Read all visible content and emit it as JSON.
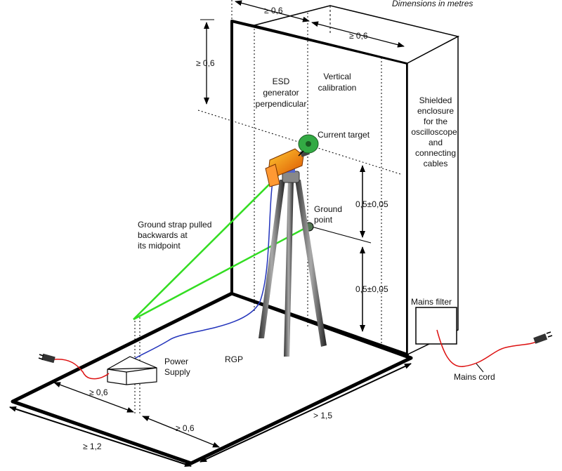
{
  "header": {
    "note": "Dimensions in metres"
  },
  "labels": {
    "esd_l1": "ESD",
    "esd_l2": "generator",
    "esd_l3": "perpendicular",
    "vcal_l1": "Vertical",
    "vcal_l2": "calibration",
    "shield_l1": "Shielded",
    "shield_l2": "enclosure",
    "shield_l3": "for the",
    "shield_l4": "oscilloscope",
    "shield_l5": "and",
    "shield_l6": "connecting",
    "shield_l7": "cables",
    "current_target": "Current target",
    "ground_point_l1": "Ground",
    "ground_point_l2": "point",
    "strap_l1": "Ground strap pulled",
    "strap_l2": "backwards at",
    "strap_l3": "its midpoint",
    "power_l1": "Power",
    "power_l2": "Supply",
    "rgp": "RGP",
    "mains_filter": "Mains filter",
    "mains_cord": "Mains cord"
  },
  "dimensions": {
    "top_depth": "≥ 0,6",
    "top_width": "≥ 0,6",
    "top_height": "≥ 0,6",
    "upper_target": "0,5±0,05",
    "lower_target": "0,5±0,05",
    "floor_left": "≥ 0,6",
    "floor_front": "≥ 0,6",
    "floor_length": "> 1,5",
    "floor_depth": "≥ 1,2"
  },
  "colors": {
    "strap": "#33dd22",
    "cable_blue": "#2233bb",
    "cable_red": "#dd1111",
    "target": "#33aa44",
    "generator": "#ee7711"
  }
}
